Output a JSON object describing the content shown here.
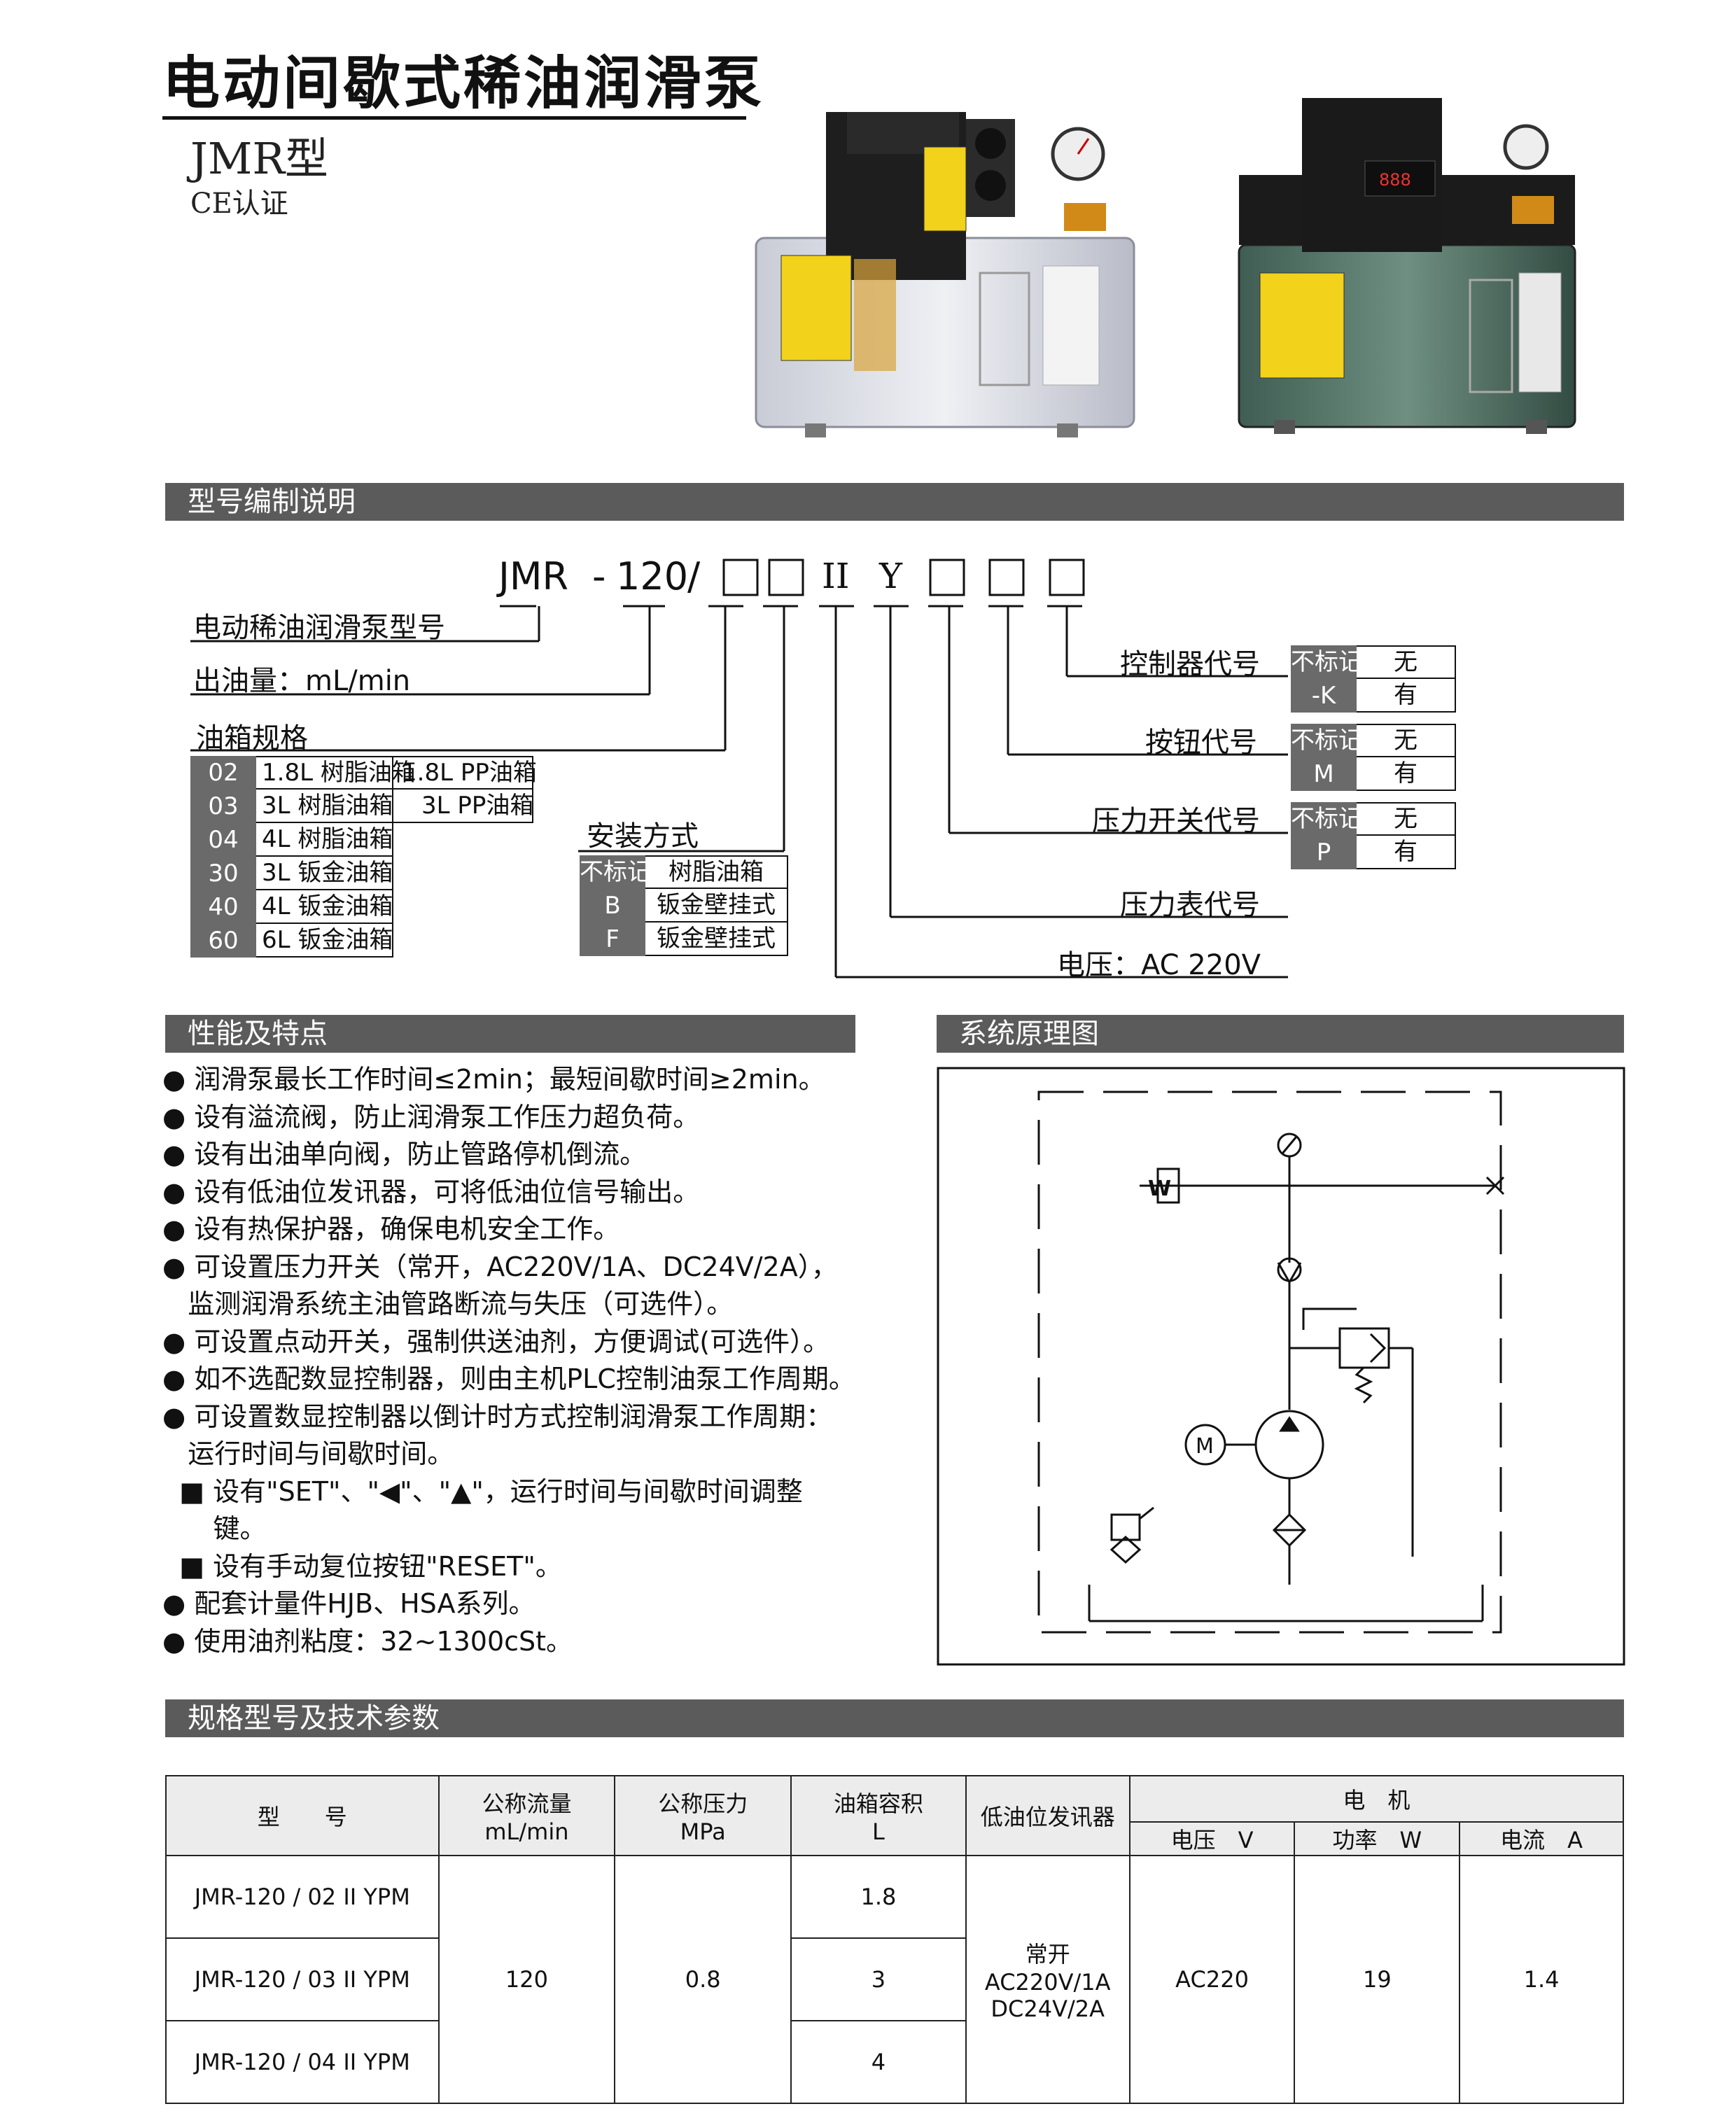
{
  "header": {
    "title": "电动间歇式稀油润滑泵",
    "model": "JMR型",
    "certification": "CE认证"
  },
  "sections": {
    "model_code": "型号编制说明",
    "features": "性能及特点",
    "schematic": "系统原理图",
    "specs": "规格型号及技术参数"
  },
  "model_code": {
    "prefix": "JMR",
    "flow": "120",
    "roman": "II",
    "pressure_gauge_letter": "Y",
    "labels": {
      "pump_model": "电动稀油润滑泵型号",
      "output": "出油量：mL/min",
      "tank_spec": "油箱规格",
      "mounting": "安装方式",
      "controller": "控制器代号",
      "button": "按钮代号",
      "pressure_switch": "压力开关代号",
      "pressure_gauge": "压力表代号",
      "voltage": "电压：AC 220V"
    },
    "tanks": [
      {
        "code": "02",
        "a": "1.8L 树脂油箱",
        "b": "1.8L PP油箱"
      },
      {
        "code": "03",
        "a": "3L 树脂油箱",
        "b": "3L PP油箱"
      },
      {
        "code": "04",
        "a": "4L 树脂油箱",
        "b": ""
      },
      {
        "code": "30",
        "a": "3L 钣金油箱",
        "b": ""
      },
      {
        "code": "40",
        "a": "4L 钣金油箱",
        "b": ""
      },
      {
        "code": "60",
        "a": "6L 钣金油箱",
        "b": ""
      }
    ],
    "mount_options": [
      {
        "code": "不标记",
        "desc": "树脂油箱"
      },
      {
        "code": "B",
        "desc": "钣金壁挂式"
      },
      {
        "code": "F",
        "desc": "钣金壁挂式"
      }
    ],
    "controller_options": [
      {
        "code": "不标记",
        "desc": "无"
      },
      {
        "code": "-K",
        "desc": "有"
      }
    ],
    "button_options": [
      {
        "code": "不标记",
        "desc": "无"
      },
      {
        "code": "M",
        "desc": "有"
      }
    ],
    "pswitch_options": [
      {
        "code": "不标记",
        "desc": "无"
      },
      {
        "code": "P",
        "desc": "有"
      }
    ]
  },
  "features": [
    "● 润滑泵最长工作时间≤2min；最短间歇时间≥2min。",
    "● 设有溢流阀，防止润滑泵工作压力超负荷。",
    "● 设有出油单向阀，防止管路停机倒流。",
    "● 设有低油位发讯器，可将低油位信号输出。",
    "● 设有热保护器，确保电机安全工作。",
    "● 可设置压力开关（常开，AC220V/1A、DC24V/2A），",
    "   监测润滑系统主油管路断流与失压（可选件）。",
    "● 可设置点动开关，强制供送油剂，方便调试(可选件）。",
    "● 如不选配数显控制器，则由主机PLC控制油泵工作周期。",
    "● 可设置数显控制器以倒计时方式控制润滑泵工作周期：",
    "   运行时间与间歇时间。",
    "  ■ 设有\"SET\"、\"◀\"、\"▲\"，运行时间与间歇时间调整",
    "      键。",
    "  ■ 设有手动复位按钮\"RESET\"。",
    "● 配套计量件HJB、HSA系列。",
    "● 使用油剂粘度：32~1300cSt。"
  ],
  "schematic": {
    "motor_symbol": "M",
    "valve_label": "W"
  },
  "spec_table": {
    "headers": {
      "model": "型　　号",
      "flow": "公称流量",
      "flow_unit": "mL/min",
      "pressure": "公称压力",
      "pressure_unit": "MPa",
      "tank": "油箱容积",
      "tank_unit": "L",
      "low_level": "低油位发讯器",
      "motor": "电　机",
      "voltage": "电压　V",
      "power": "功率　W",
      "current": "电流　A"
    },
    "rows": [
      {
        "model": "JMR-120 / 02 II YPM",
        "tank": "1.8"
      },
      {
        "model": "JMR-120 / 03 II YPM",
        "tank": "3"
      },
      {
        "model": "JMR-120 / 04 II YPM",
        "tank": "4"
      }
    ],
    "flow": "120",
    "pressure": "0.8",
    "low_level_1": "常开",
    "low_level_2": "AC220V/1A",
    "low_level_3": "DC24V/2A",
    "voltage": "AC220",
    "power": "19",
    "current": "1.4"
  },
  "colors": {
    "section_bar": "#5b5b5b",
    "code_cell": "#6a6a6a",
    "ink": "#111111"
  }
}
